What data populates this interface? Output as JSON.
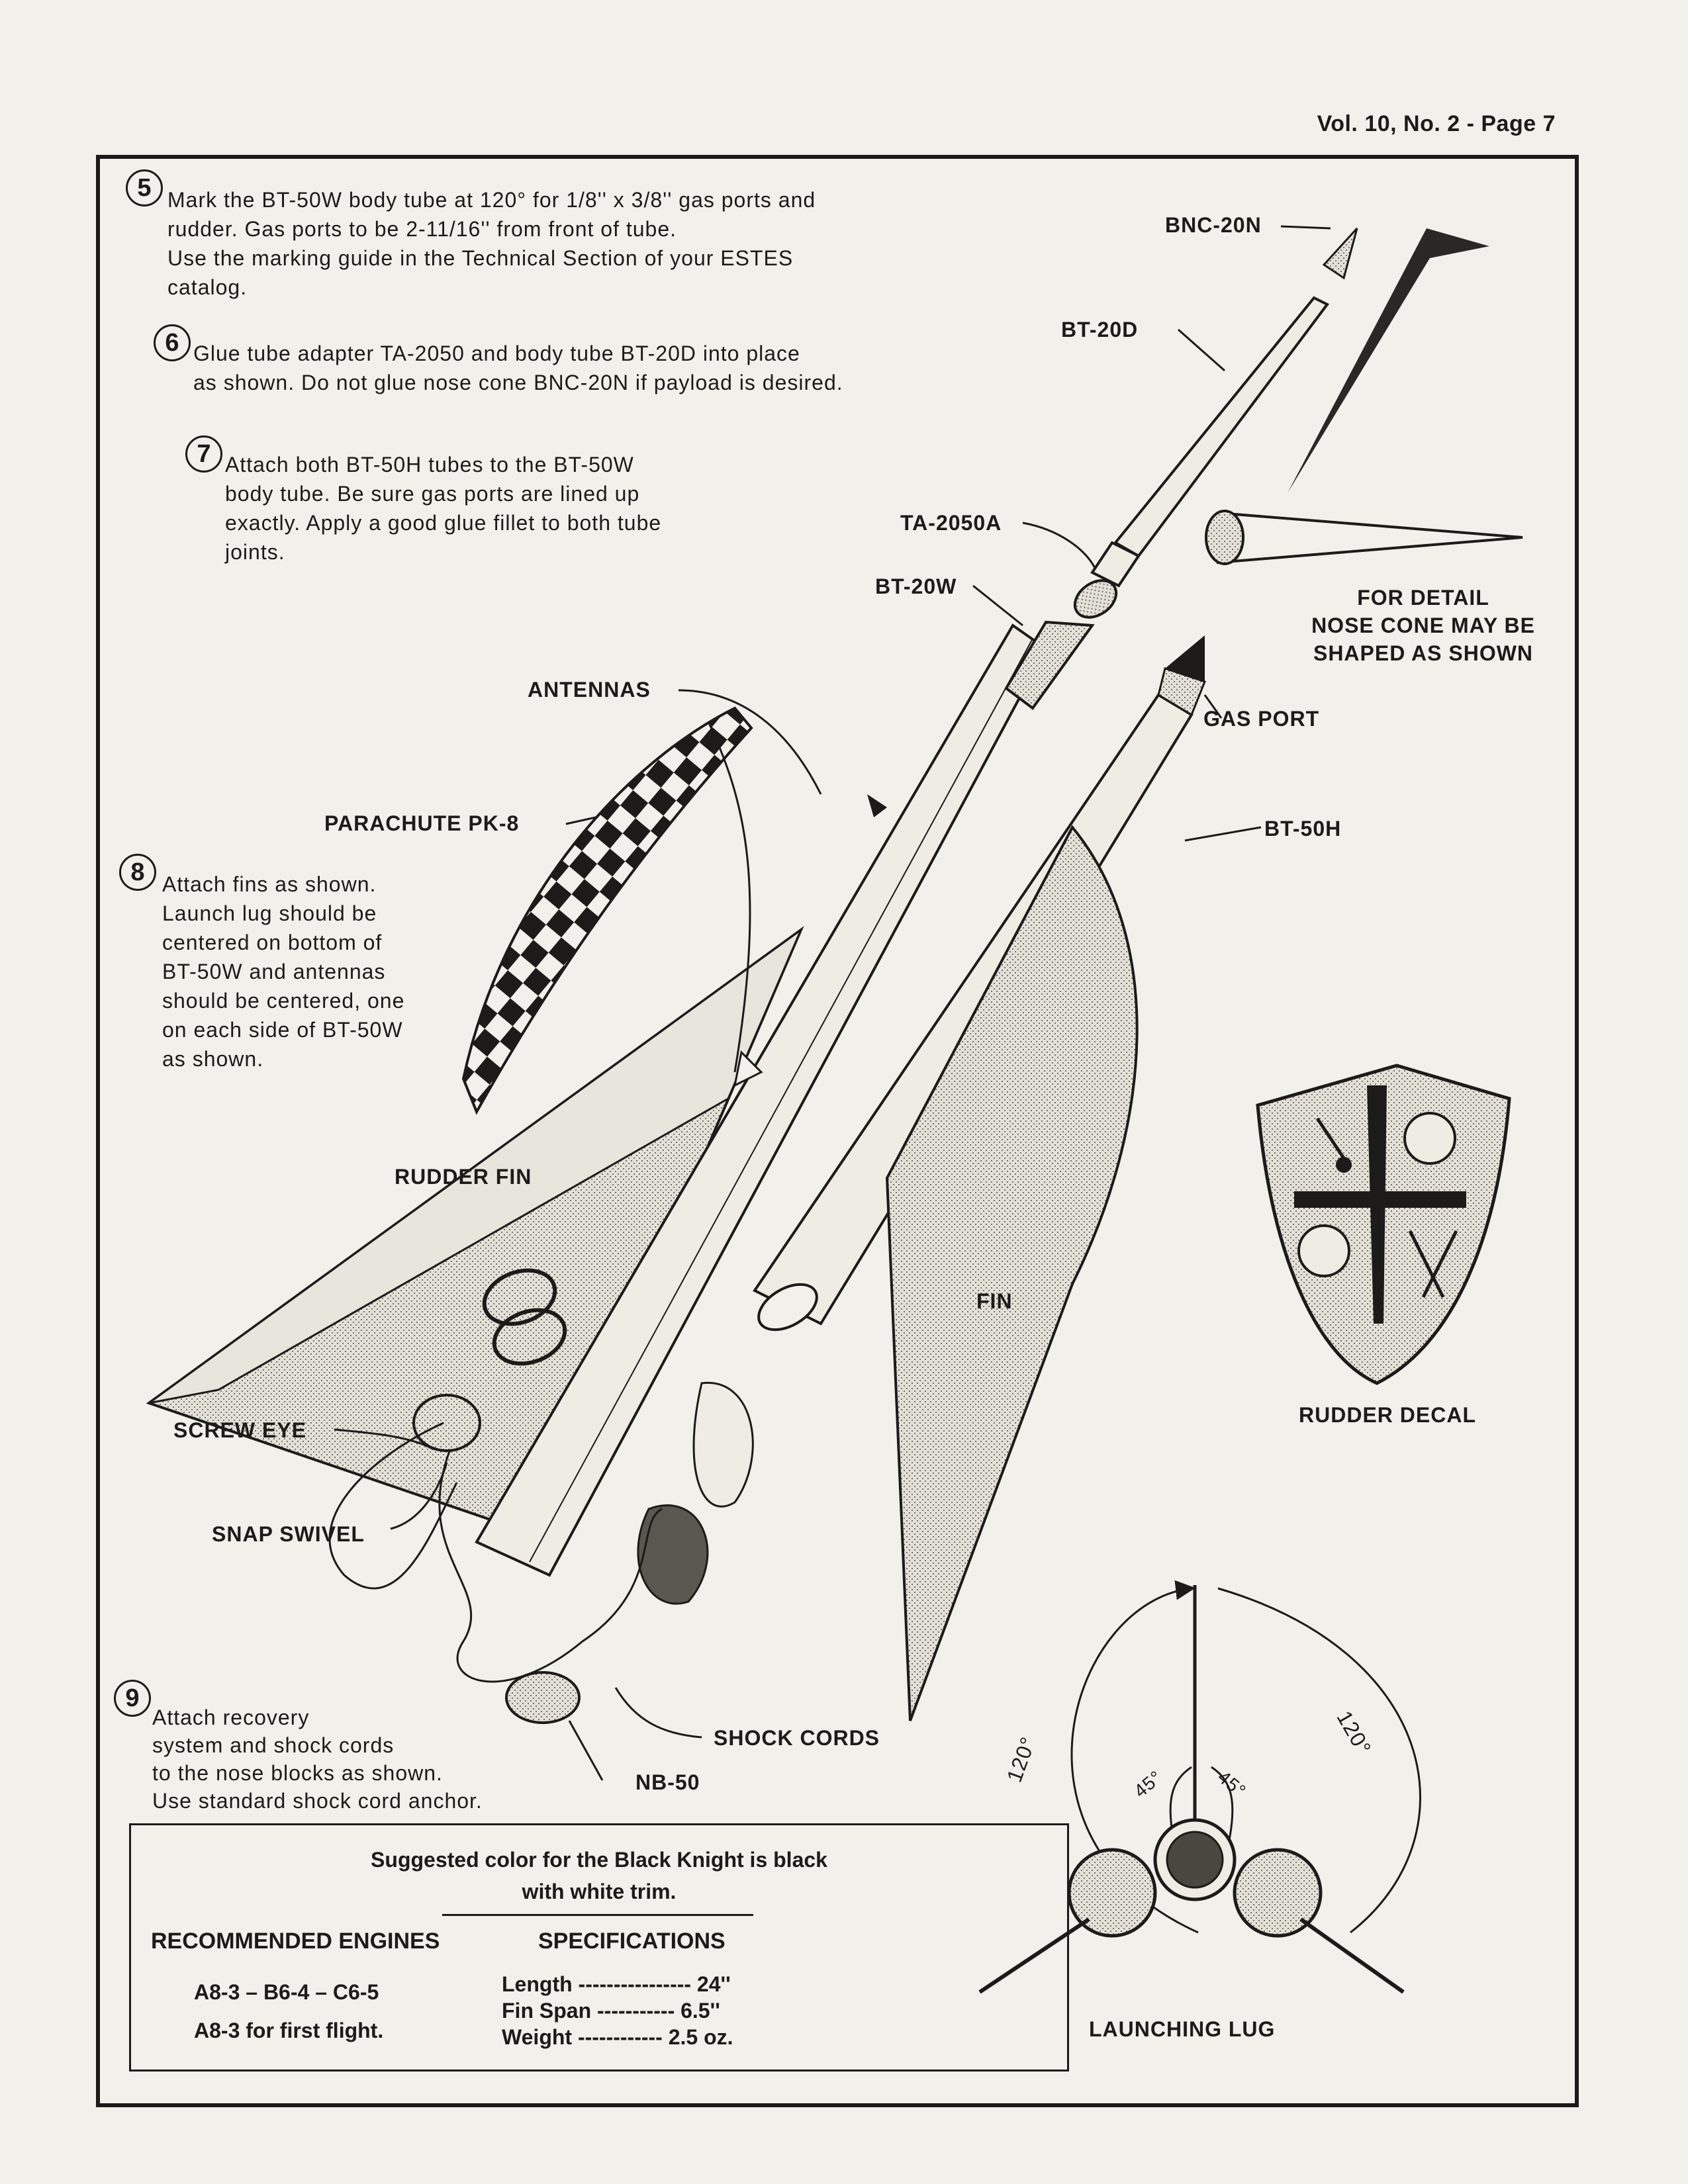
{
  "header": {
    "page_ref": "Vol. 10, No. 2 - Page 7"
  },
  "steps": [
    {
      "number": "5",
      "lines": [
        "Mark the BT-50W body tube at 120° for 1/8'' x 3/8'' gas ports and",
        "rudder. Gas ports to be 2-11/16'' from front of tube.",
        "Use the marking guide in the Technical Section of your ESTES",
        "catalog."
      ]
    },
    {
      "number": "6",
      "lines": [
        "Glue tube adapter TA-2050 and body tube BT-20D into place",
        "as shown. Do not glue nose cone BNC-20N if payload is desired."
      ]
    },
    {
      "number": "7",
      "lines": [
        "Attach both BT-50H tubes to the BT-50W",
        "body tube. Be sure gas ports are lined up",
        "exactly. Apply a good glue fillet to both tube",
        "joints."
      ]
    },
    {
      "number": "8",
      "lines": [
        "Attach fins as shown.",
        "Launch lug should be",
        "centered on bottom of",
        "BT-50W and antennas",
        "should be centered, one",
        "on each side of BT-50W",
        "as shown."
      ]
    },
    {
      "number": "9",
      "lines": [
        "Attach recovery",
        "system and shock cords",
        "to the nose blocks as shown.",
        "Use standard shock cord anchor."
      ]
    }
  ],
  "callouts": {
    "bnc": "BNC-20N",
    "bt20d": "BT-20D",
    "ta": "TA-2050A",
    "bt20w": "BT-20W",
    "detail": [
      "FOR DETAIL",
      "NOSE CONE MAY BE",
      "SHAPED AS SHOWN"
    ],
    "antennas": "ANTENNAS",
    "gas_port": "GAS PORT",
    "parachute": "PARACHUTE PK-8",
    "bt50h": "BT-50H",
    "rudder_fin": "RUDDER FIN",
    "fin": "FIN",
    "screw_eye": "SCREW EYE",
    "snap_swivel": "SNAP SWIVEL",
    "shock_cords": "SHOCK CORDS",
    "nb50": "NB-50",
    "rudder_decal": "RUDDER DECAL",
    "launching_lug": "LAUNCHING LUG"
  },
  "angles": {
    "a120_left": "120°",
    "a120_right": "120°",
    "a45_left": "45°",
    "a45_right": "45°"
  },
  "spec_box": {
    "suggested": [
      "Suggested color for the Black Knight is black",
      "with white trim."
    ],
    "engines_title": "RECOMMENDED ENGINES",
    "engines": "A8-3 – B6-4 – C6-5",
    "first_flight": "A8-3 for first flight.",
    "specs_title": "SPECIFICATIONS",
    "specs": [
      {
        "label": "Length",
        "dots": "----------------",
        "value": "24''"
      },
      {
        "label": "Fin Span",
        "dots": "-----------",
        "value": "6.5''"
      },
      {
        "label": "Weight",
        "dots": "------------",
        "value": "2.5 oz."
      }
    ]
  }
}
